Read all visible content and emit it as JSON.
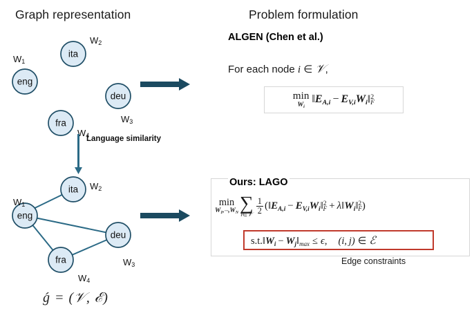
{
  "headings": {
    "graph_representation": "Graph representation",
    "problem_formulation": "Problem formulation"
  },
  "graph": {
    "caption": "ǵ = (𝒱, ℰ)",
    "nodes": [
      {
        "id": "eng",
        "label": "eng",
        "weight": "W",
        "weight_sub": "1"
      },
      {
        "id": "ita",
        "label": "ita",
        "weight": "W",
        "weight_sub": "2"
      },
      {
        "id": "deu",
        "label": "deu",
        "weight": "W",
        "weight_sub": "3"
      },
      {
        "id": "fra",
        "label": "fra",
        "weight": "W",
        "weight_sub": "4"
      }
    ],
    "edges": [
      {
        "from": "eng",
        "to": "ita"
      },
      {
        "from": "eng",
        "to": "deu"
      },
      {
        "from": "eng",
        "to": "fra"
      },
      {
        "from": "fra",
        "to": "deu"
      }
    ],
    "node_fill": "#dceaf5",
    "node_stroke": "#1f4e66",
    "edge_color": "#2b6a86"
  },
  "transition": {
    "label": "Language similarity",
    "arrow_color": "#1b4a60",
    "down_arrow_color": "#2b6a86"
  },
  "algen": {
    "heading": "ALGEN (Chen et al.)",
    "prose_prefix": "For each node ",
    "prose_var": "i",
    "prose_in": " ∈ ",
    "prose_set": "𝒱",
    "prose_suffix": ",",
    "formula_text": "min_{W_i} || E_{A,i} - E_{V,i} W_i ||_F^2"
  },
  "lago": {
    "heading": "Ours: LAGO",
    "objective_text": "min_{W_1,...,W_N} sum_{i in V} 1/2 ( || E_{A,i} - E_{V,i} W_i ||_F^2 + lambda || W_i ||_F^2 )",
    "constraint_text": "s.t. || W_i - W_j ||_max <= epsilon,  (i, j) in E",
    "constraint_box_color": "#c0392b",
    "edge_constraints_label": "Edge constraints"
  },
  "math_symbols": {
    "min": "min",
    "sigma": "∑",
    "in": "∈",
    "leq": "≤",
    "epsilon": "ϵ",
    "lambda": "λ",
    "minus": "−",
    "plus": "+",
    "double_bar": "‖",
    "cal_V": "𝒱",
    "cal_E": "ℰ",
    "cal_G": "ǵ",
    "num_one": "1",
    "den_two": "2",
    "st": "s.t.",
    "max": "max",
    "F": "F",
    "sq": "2",
    "E": "E",
    "W": "W",
    "A": "A",
    "V": "V",
    "N": "N",
    "i": "i",
    "j": "j",
    "one_sub": "1",
    "dots": "⋯"
  }
}
